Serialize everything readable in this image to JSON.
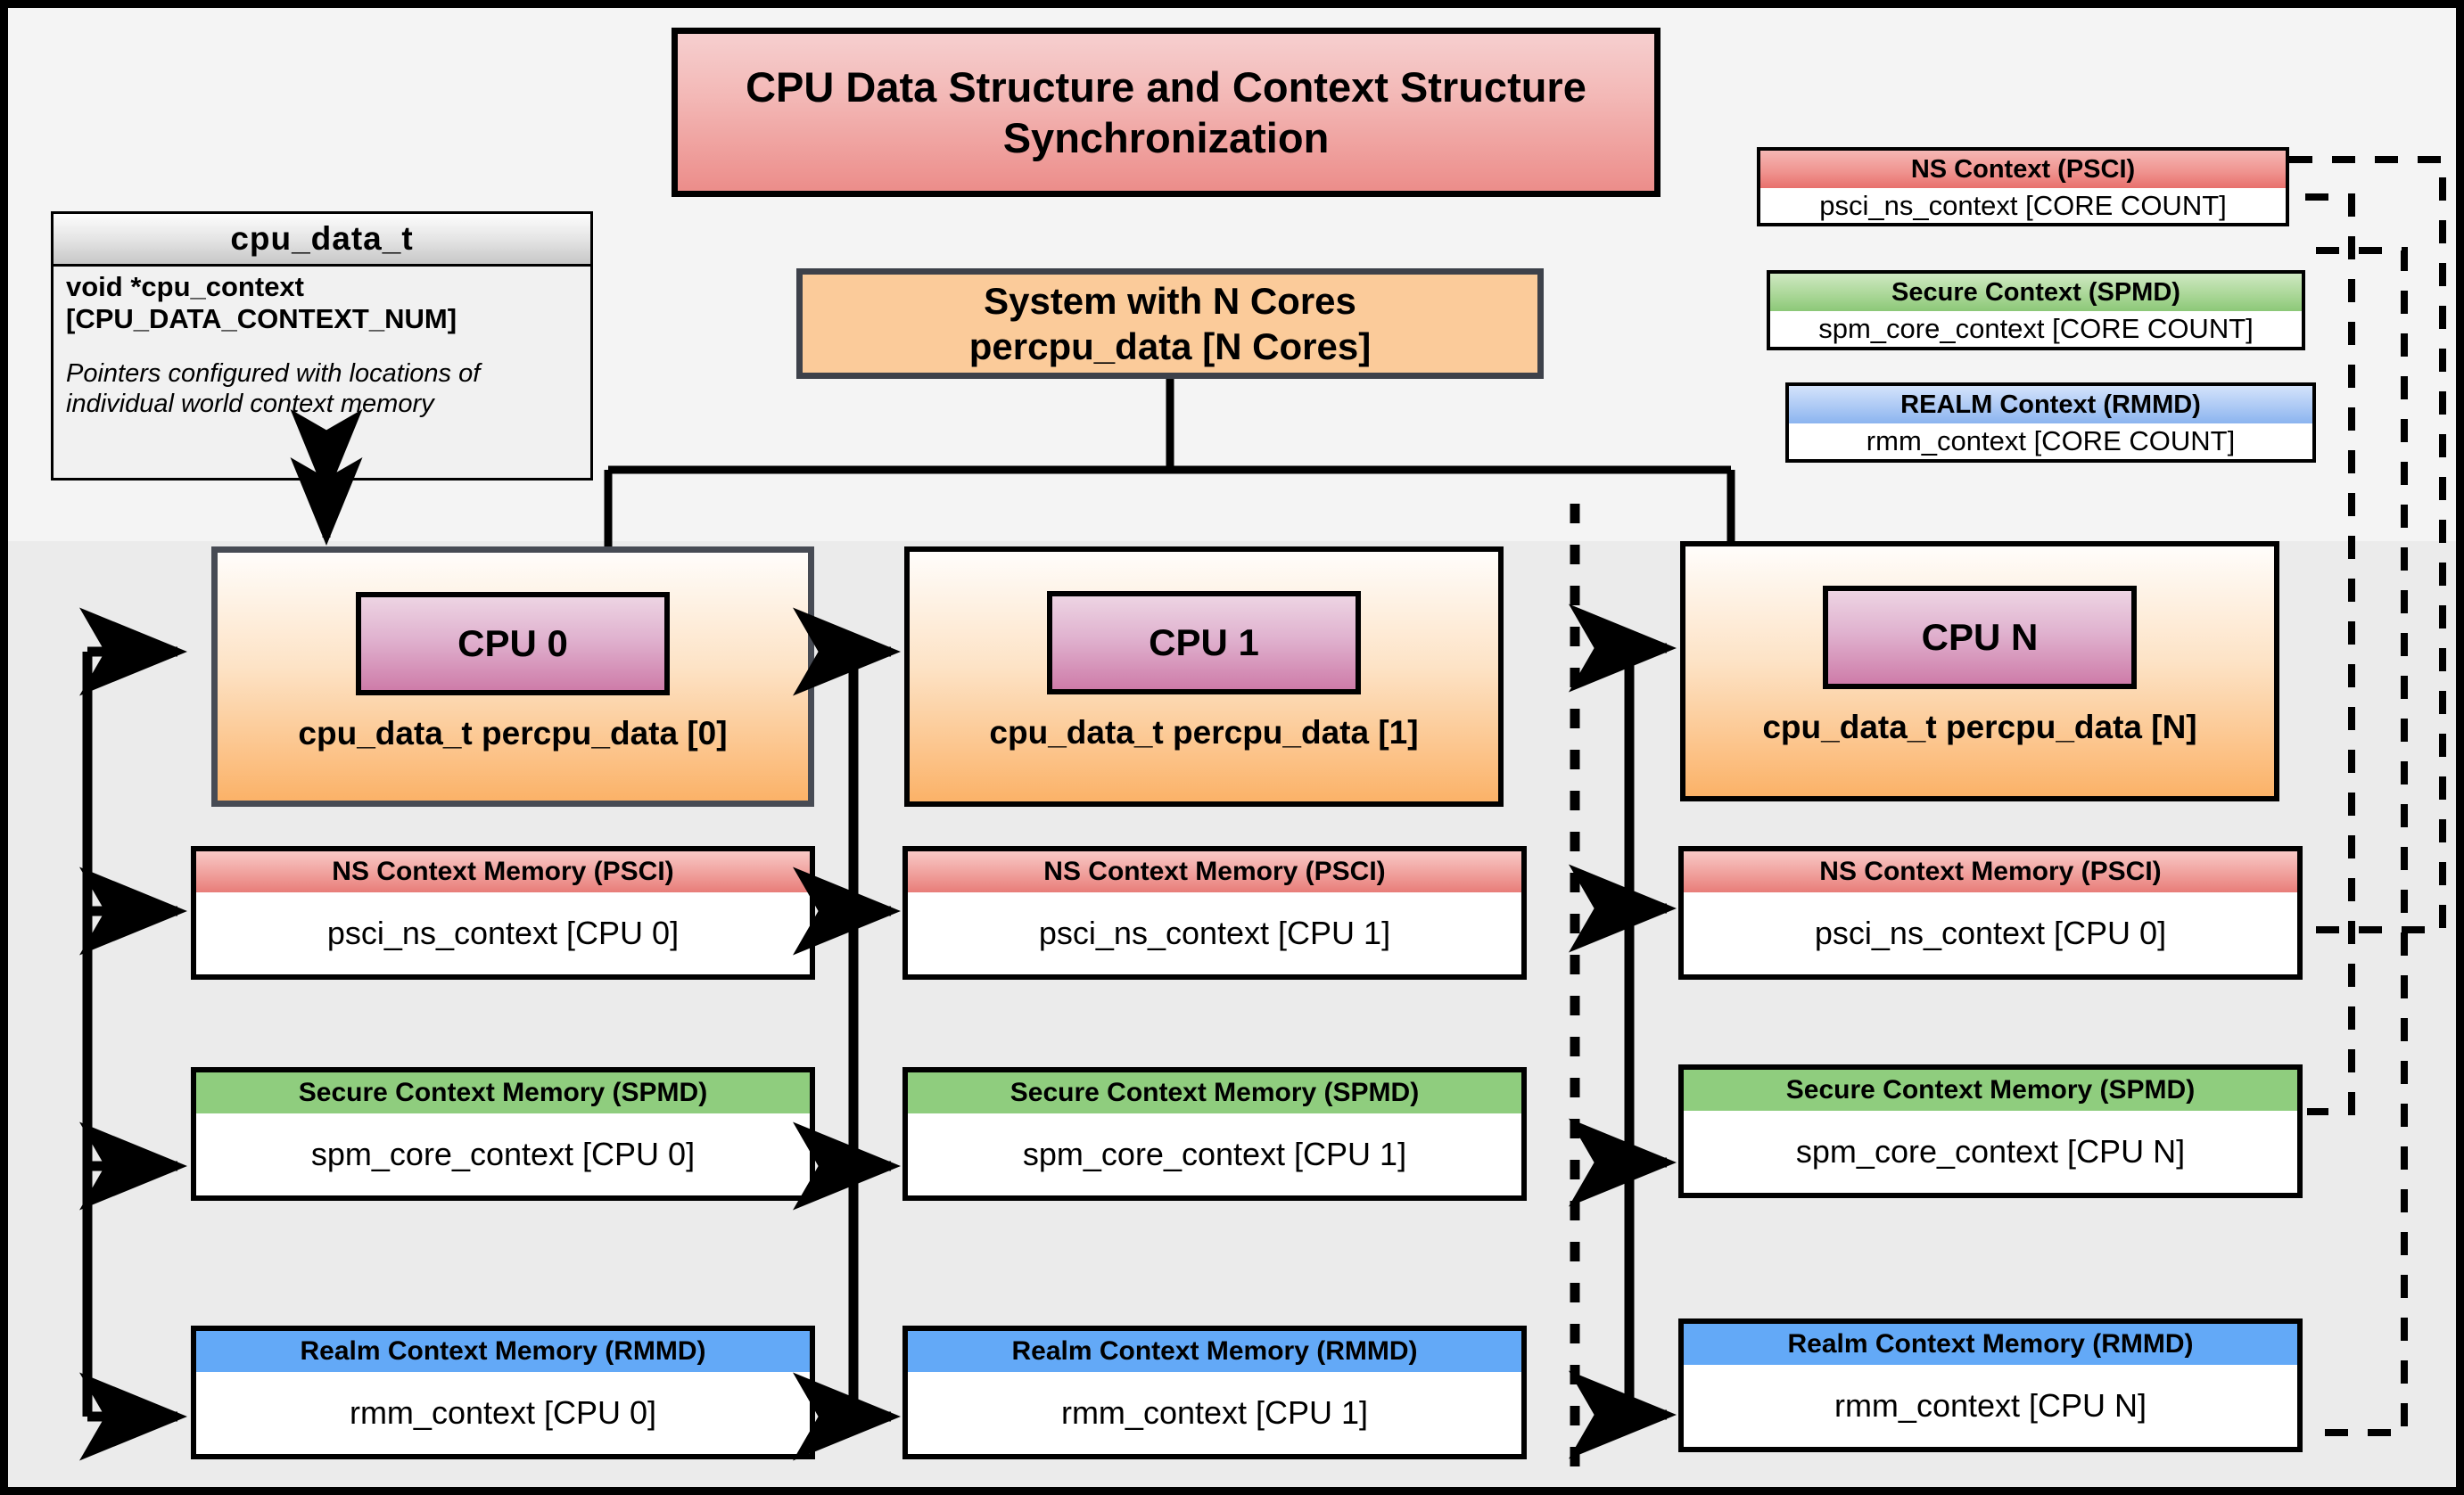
{
  "title": "CPU Data Structure and Context Structure Synchronization",
  "struct": {
    "name": "cpu_data_t",
    "field_line1": "void  *cpu_context",
    "field_line2": "[CPU_DATA_CONTEXT_NUM]",
    "note": "Pointers configured with locations of individual world context memory"
  },
  "system": {
    "line1": "System with N Cores",
    "line2": "percpu_data [N Cores]"
  },
  "legend": [
    {
      "header": "NS Context  (PSCI)",
      "body": "psci_ns_context [CORE COUNT]"
    },
    {
      "header": "Secure Context (SPMD)",
      "body": "spm_core_context [CORE COUNT]"
    },
    {
      "header": "REALM Context (RMMD)",
      "body": "rmm_context [CORE COUNT]"
    }
  ],
  "columns": [
    {
      "chip": "CPU 0",
      "data_label": "cpu_data_t percpu_data [0]",
      "contexts": [
        {
          "header": "NS Context Memory (PSCI)",
          "body": "psci_ns_context [CPU 0]"
        },
        {
          "header": "Secure Context Memory (SPMD)",
          "body": "spm_core_context [CPU 0]"
        },
        {
          "header": "Realm Context Memory (RMMD)",
          "body": "rmm_context [CPU 0]"
        }
      ]
    },
    {
      "chip": "CPU 1",
      "data_label": "cpu_data_t percpu_data [1]",
      "contexts": [
        {
          "header": "NS Context Memory (PSCI)",
          "body": "psci_ns_context [CPU 1]"
        },
        {
          "header": "Secure Context Memory (SPMD)",
          "body": "spm_core_context [CPU 1]"
        },
        {
          "header": "Realm Context Memory (RMMD)",
          "body": "rmm_context [CPU 1]"
        }
      ]
    },
    {
      "chip": "CPU N",
      "data_label": "cpu_data_t percpu_data [N]",
      "contexts": [
        {
          "header": "NS Context Memory (PSCI)",
          "body": "psci_ns_context [CPU 0]"
        },
        {
          "header": "Secure Context Memory (SPMD)",
          "body": "spm_core_context [CPU N]"
        },
        {
          "header": "Realm Context Memory (RMMD)",
          "body": "rmm_context [CPU N]"
        }
      ]
    }
  ],
  "colors": {
    "ns": "#ee8f8b",
    "secure": "#8fcd7e",
    "realm": "#63a9f7",
    "cpu_chip": "#ce7ca9",
    "cpu_block": "#fbb268",
    "system": "#fbcb9a",
    "title": "#ec8d8a"
  }
}
